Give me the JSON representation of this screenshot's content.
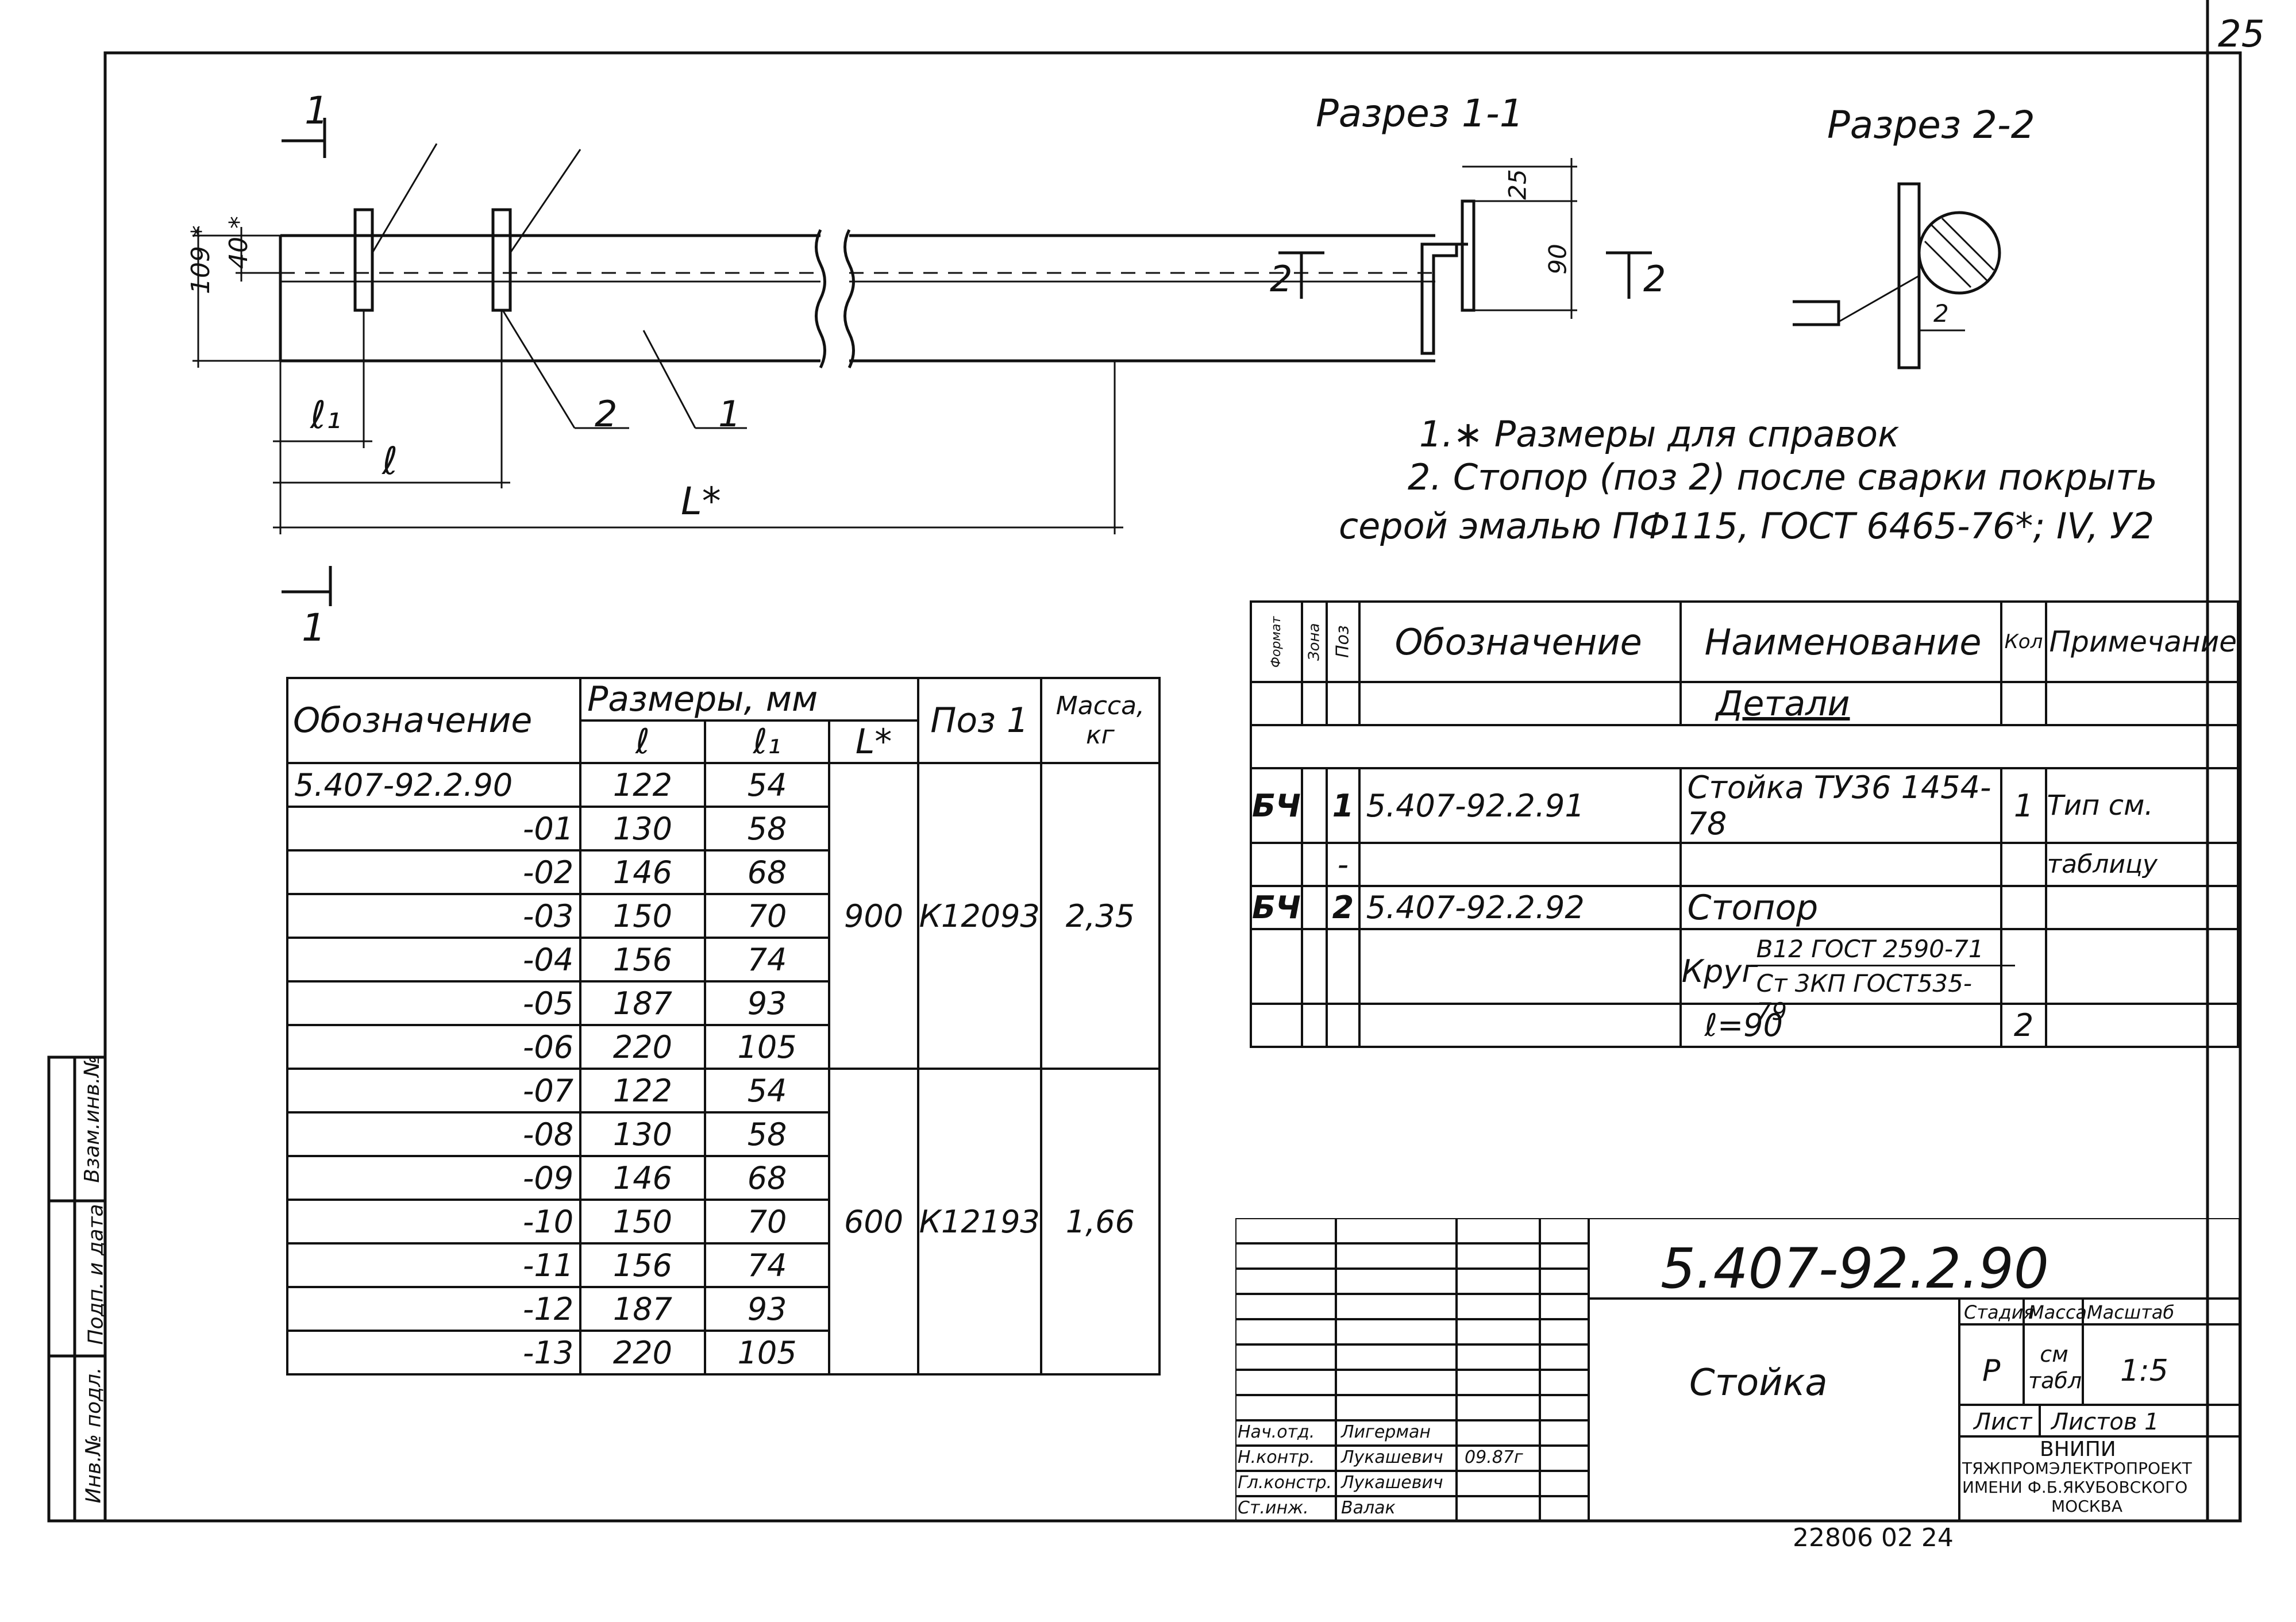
{
  "page_number": "25",
  "drawing": {
    "section_marks": {
      "top": "1",
      "bottom": "1",
      "left": "2",
      "right": "2"
    },
    "dims": {
      "h109": "109 *",
      "h40": "40 *",
      "l1": "ℓ₁",
      "l": "ℓ",
      "L": "L*",
      "d25": "25",
      "d90": "90",
      "d2": "2"
    },
    "callouts": {
      "c1": "1",
      "c2": "2"
    },
    "section11_title": "Разрез 1-1",
    "section22_title": "Разрез 2-2"
  },
  "notes": {
    "n1": "1.∗ Размеры для справок",
    "n2": "2. Стопор (поз 2) после сварки покрыть",
    "n3": "серой эмалью ПФ115, ГОСТ 6465-76*; IV, У2"
  },
  "main_table": {
    "h_designation": "Обозначение",
    "h_sizes": "Размеры, мм",
    "h_l": "ℓ",
    "h_l1": "ℓ₁",
    "h_L": "L*",
    "h_pos": "Поз 1",
    "h_mass": "Масса, кг",
    "rows": [
      {
        "d": "5.407-92.2.90",
        "l": "122",
        "l1": "54"
      },
      {
        "d": "-01",
        "l": "130",
        "l1": "58"
      },
      {
        "d": "-02",
        "l": "146",
        "l1": "68"
      },
      {
        "d": "-03",
        "l": "150",
        "l1": "70"
      },
      {
        "d": "-04",
        "l": "156",
        "l1": "74"
      },
      {
        "d": "-05",
        "l": "187",
        "l1": "93"
      },
      {
        "d": "-06",
        "l": "220",
        "l1": "105"
      },
      {
        "d": "-07",
        "l": "122",
        "l1": "54"
      },
      {
        "d": "-08",
        "l": "130",
        "l1": "58"
      },
      {
        "d": "-09",
        "l": "146",
        "l1": "68"
      },
      {
        "d": "-10",
        "l": "150",
        "l1": "70"
      },
      {
        "d": "-11",
        "l": "156",
        "l1": "74"
      },
      {
        "d": "-12",
        "l": "187",
        "l1": "93"
      },
      {
        "d": "-13",
        "l": "220",
        "l1": "105"
      }
    ],
    "group1": {
      "L": "900",
      "pos": "К12093",
      "mass": "2,35"
    },
    "group2": {
      "L": "600",
      "pos": "К12193",
      "mass": "1,66"
    }
  },
  "spec_table": {
    "h_format": "Формат",
    "h_zone": "Зона",
    "h_pos": "Поз",
    "h_designation": "Обозначение",
    "h_name": "Наименование",
    "h_qty": "Кол",
    "h_note": "Примечание",
    "section": "Детали",
    "r1": {
      "fmt": "БЧ",
      "pos": "1",
      "des": "5.407-92.2.91",
      "name": "Стойка ТУ36 1454-78",
      "qty": "1",
      "note": "Тип см."
    },
    "r1b": {
      "pos": "-",
      "note": "таблицу"
    },
    "r2": {
      "fmt": "БЧ",
      "pos": "2",
      "des": "5.407-92.2.92",
      "name": "Стопор"
    },
    "krug": "Круг",
    "krug_top": "В12 ГОСТ 2590-71",
    "krug_bot": "Ст 3КП ГОСТ535-79",
    "r3": {
      "name": "ℓ=90",
      "qty": "2"
    }
  },
  "title_block": {
    "doc_number": "5.407-92.2.90",
    "name": "Стойка",
    "h_stage": "Стадия",
    "h_mass": "Масса",
    "h_scale": "Масштаб",
    "stage": "Р",
    "mass": "см табл",
    "scale": "1:5",
    "sheet": "Лист",
    "sheets": "Листов 1",
    "org1": "ВНИПИ",
    "org2": "ТЯЖПРОМЭЛЕКТРОПРОЕКТ",
    "org3": "ИМЕНИ Ф.Б.ЯКУБОВСКОГО",
    "org4": "МОСКВА",
    "roles": [
      {
        "role": "Нач.отд.",
        "name": "Лигерман",
        "date": ""
      },
      {
        "role": "Н.контр.",
        "name": "Лукашевич",
        "date": "09.87г"
      },
      {
        "role": "Гл.констр.",
        "name": "Лукашевич",
        "date": ""
      },
      {
        "role": "Ст.инж.",
        "name": "Валак",
        "date": ""
      }
    ]
  },
  "side_stamp": {
    "s1": "Взам.инв.№",
    "s2": "Подп. и дата",
    "s3": "Инв.№ подл."
  },
  "bottom_code": "22806 02 24"
}
